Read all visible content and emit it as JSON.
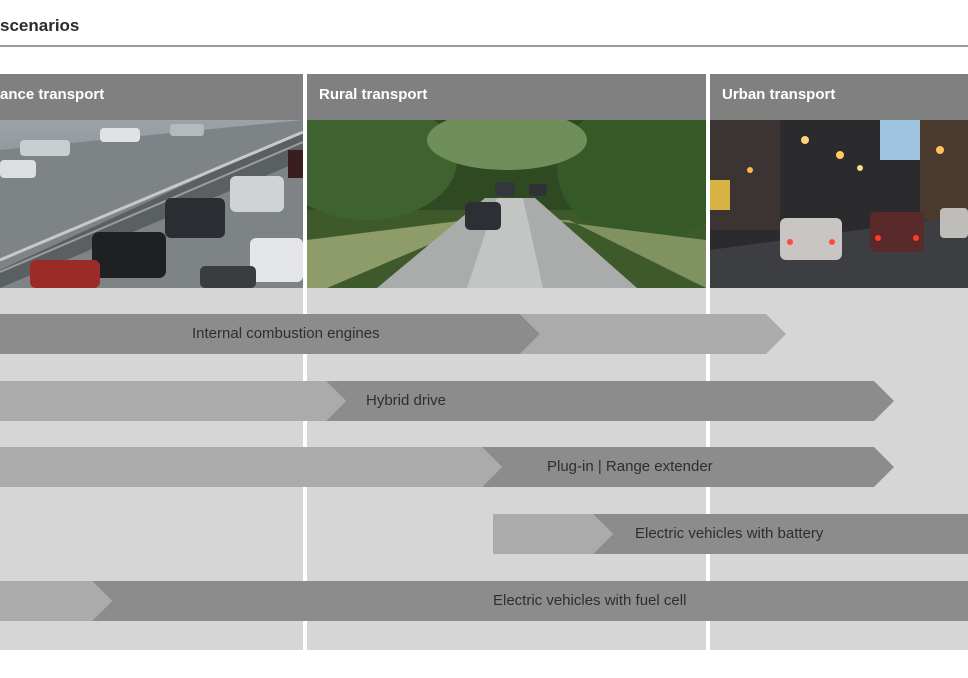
{
  "title": "scenarios",
  "columns": [
    {
      "label": "ance transport"
    },
    {
      "label": "Rural transport"
    },
    {
      "label": "Urban transport"
    }
  ],
  "bars": [
    {
      "label": "Internal combustion engines"
    },
    {
      "label": "Hybrid drive"
    },
    {
      "label": "Plug-in | Range extender"
    },
    {
      "label": "Electric vehicles with battery"
    },
    {
      "label": "Electric vehicles with fuel cell"
    }
  ],
  "colors": {
    "header": "#808080",
    "band": "#d6d6d6",
    "bar_dark": "#8c8c8c",
    "bar_light": "#ababab",
    "text": "#2e2e2e"
  }
}
